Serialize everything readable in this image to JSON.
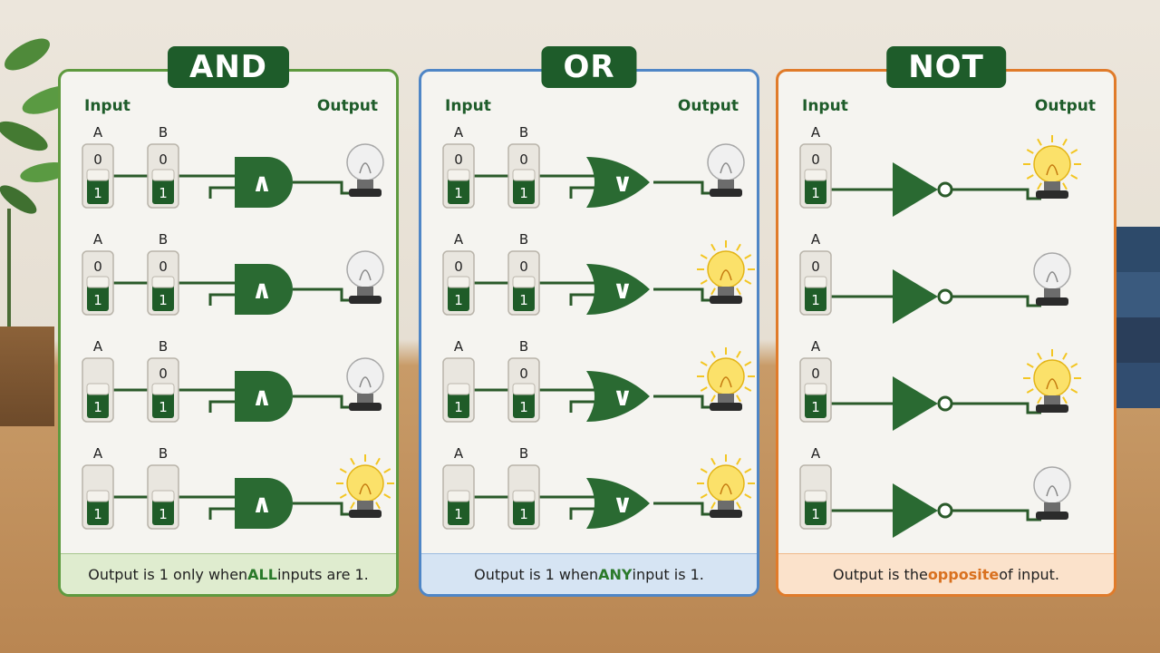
{
  "colors": {
    "gate": "#2a6a32",
    "wire": "#2a5a2a",
    "and_border": "#5e9a3f",
    "or_border": "#4f86c6",
    "not_border": "#e07b2a"
  },
  "panels": [
    {
      "id": "and",
      "title": "AND",
      "input_label": "Input",
      "output_label": "Output",
      "gate_symbol": "∧",
      "rows": [
        {
          "a": "0",
          "b": "0",
          "lit": false
        },
        {
          "a": "0",
          "b": "0",
          "lit": false
        },
        {
          "a": "",
          "b": "0",
          "lit": false
        },
        {
          "a": "",
          "b": "",
          "lit": true
        }
      ],
      "footer": {
        "pre": "Output is 1 only when ",
        "kw": "ALL",
        "post": " inputs are 1."
      }
    },
    {
      "id": "or",
      "title": "OR",
      "input_label": "Input",
      "output_label": "Output",
      "gate_symbol": "∨",
      "rows": [
        {
          "a": "0",
          "b": "0",
          "lit": false
        },
        {
          "a": "0",
          "b": "0",
          "lit": true
        },
        {
          "a": "",
          "b": "0",
          "lit": true
        },
        {
          "a": "",
          "b": "",
          "lit": true
        }
      ],
      "footer": {
        "pre": "Output is 1 when ",
        "kw": "ANY",
        "post": " input is 1."
      }
    },
    {
      "id": "not",
      "title": "NOT",
      "input_label": "Input",
      "output_label": "Output",
      "rows": [
        {
          "a": "0",
          "lit": true
        },
        {
          "a": "0",
          "lit": false
        },
        {
          "a": "0",
          "lit": true
        },
        {
          "a": "",
          "lit": false
        }
      ],
      "footer": {
        "pre": "Output is the ",
        "kw": "opposite",
        "post": " of input."
      }
    }
  ],
  "labels": {
    "a": "A",
    "b": "B",
    "one": "1"
  }
}
